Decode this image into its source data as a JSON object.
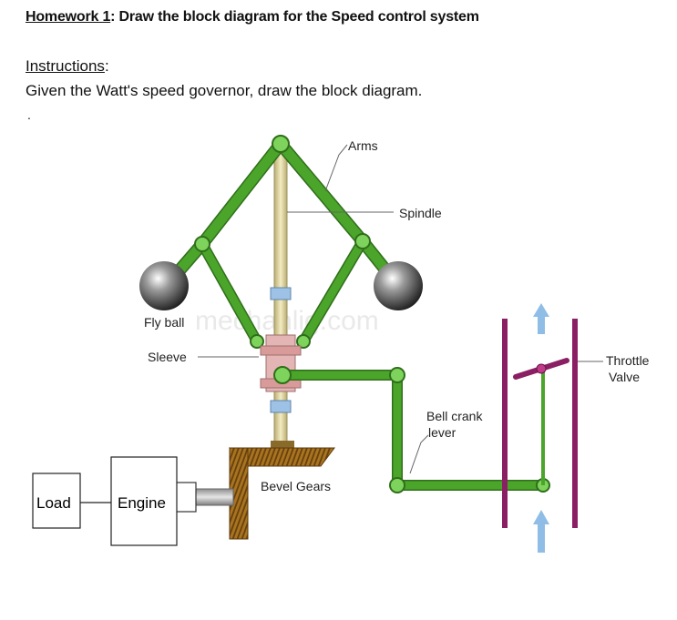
{
  "header": {
    "title_prefix": "Homework 1",
    "title_rest": ": Draw the block diagram for the Speed control system",
    "instructions_label": "Instructions",
    "instructions_colon": ":",
    "instructions_text": "Given the Watt's speed governor, draw the block diagram.",
    "dot": "."
  },
  "diagram": {
    "labels": {
      "arms": "Arms",
      "spindle": "Spindle",
      "fly_ball": "Fly ball",
      "sleeve": "Sleeve",
      "bell_crank_line1": "Bell crank",
      "bell_crank_line2": "lever",
      "bevel_gears": "Bevel Gears",
      "throttle_line1": "Throttle",
      "throttle_line2": "Valve",
      "load": "Load",
      "engine": "Engine",
      "watermark": "mechanlig.com"
    },
    "colors": {
      "arm_green": "#4aa52a",
      "arm_dark": "#2f6e1a",
      "spindle": "#d9cf9a",
      "sleeve_pink": "#e4b5b5",
      "collar_blue": "#9ec2e6",
      "gear_brown": "#9a6a1e",
      "pipe_purple": "#8b1f63",
      "arrow_blue": "#8fbde6",
      "shaft_gray": "#b9b9b9"
    }
  }
}
